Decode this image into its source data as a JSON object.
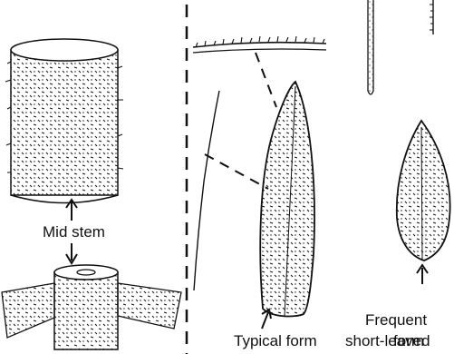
{
  "labels": {
    "mid_stem": "Mid stem",
    "typical_form": "Typical form",
    "frequent_line1": "Frequent",
    "frequent_line2": "short-leaved",
    "frequent_line3": "form"
  },
  "colors": {
    "ink": "#111111",
    "background": "#ffffff"
  }
}
